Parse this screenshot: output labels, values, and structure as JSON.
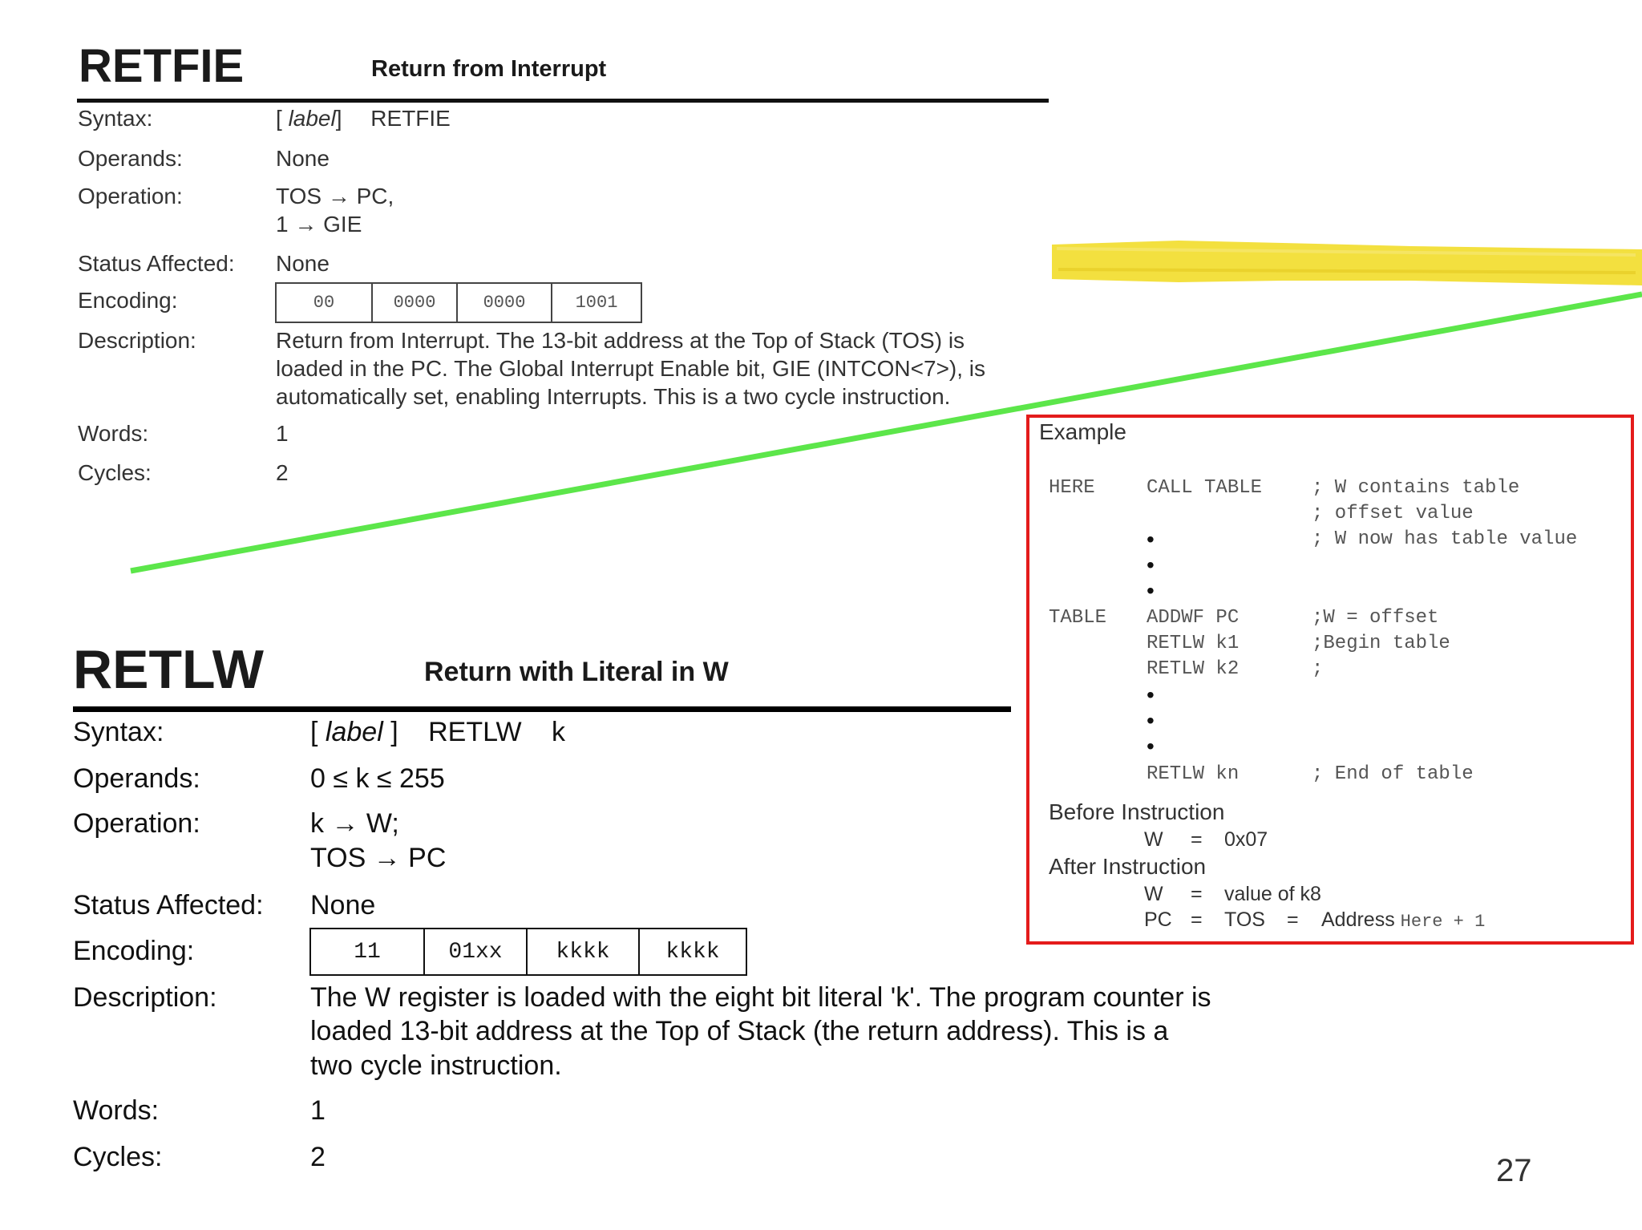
{
  "retfie": {
    "name": "RETFIE",
    "subtitle": "Return from Interrupt",
    "syntax": {
      "label": "Syntax:",
      "open": "[",
      "label_italic": "label",
      "close": "]",
      "mnemonic": "RETFIE"
    },
    "operands": {
      "label": "Operands:",
      "value": "None"
    },
    "operation": {
      "label": "Operation:",
      "line1": "TOS → PC,",
      "line2": "1 → GIE"
    },
    "status": {
      "label": "Status Affected:",
      "value": "None"
    },
    "encoding": {
      "label": "Encoding:",
      "cells": [
        "00",
        "0000",
        "0000",
        "1001"
      ]
    },
    "description": {
      "label": "Description:",
      "lines": [
        "Return from Interrupt. The 13-bit address at the Top of Stack (TOS) is",
        "loaded in the PC. The Global Interrupt Enable bit, GIE (INTCON<7>), is",
        "automatically set, enabling Interrupts. This is a two cycle instruction."
      ]
    },
    "words": {
      "label": "Words:",
      "value": "1"
    },
    "cycles": {
      "label": "Cycles:",
      "value": "2"
    }
  },
  "retlw": {
    "name": "RETLW",
    "subtitle": "Return with Literal in W",
    "syntax": {
      "label": "Syntax:",
      "open": "[",
      "label_italic": "label",
      "close": "]",
      "mnemonic": "RETLW",
      "operand": "k"
    },
    "operands": {
      "label": "Operands:",
      "value": "0 ≤ k ≤ 255"
    },
    "operation": {
      "label": "Operation:",
      "line1": "k → W;",
      "line2": "TOS → PC"
    },
    "status": {
      "label": "Status Affected:",
      "value": "None"
    },
    "encoding": {
      "label": "Encoding:",
      "cells": [
        "11",
        "01xx",
        "kkkk",
        "kkkk"
      ]
    },
    "description": {
      "label": "Description:",
      "lines": [
        "The W register is loaded with the eight bit literal 'k'. The program counter is",
        "loaded 13-bit address at the Top of Stack (the return address). This is a",
        "two cycle instruction."
      ]
    },
    "words": {
      "label": "Words:",
      "value": "1"
    },
    "cycles": {
      "label": "Cycles:",
      "value": "2"
    }
  },
  "example": {
    "title": "Example",
    "code": {
      "here_label": "HERE",
      "call": "CALL TABLE",
      "c1": "; W contains table",
      "c2": "; offset value",
      "c3": "; W now has table value",
      "table_label": "TABLE",
      "addwf": "ADDWF PC",
      "c4": ";W = offset",
      "retlw_k1": "RETLW k1",
      "c5": ";Begin table",
      "retlw_k2": "RETLW k2",
      "c6": ";",
      "retlw_kn": "RETLW kn",
      "c7": "; End of table",
      "bullet": "•"
    },
    "before": {
      "title": "Before Instruction",
      "reg": "W",
      "eq": "=",
      "value": "0x07"
    },
    "after": {
      "title": "After Instruction",
      "reg_w": "W",
      "eq": "=",
      "value_w": "value of k8",
      "reg_pc": "PC",
      "value_pc": "TOS",
      "address_text": "Address",
      "address_mono": "Here + 1"
    }
  },
  "page_number": "27",
  "colors": {
    "highlight": "#f2dd2a",
    "pointer_line": "#5ce64a",
    "example_border": "#e41b1b"
  }
}
